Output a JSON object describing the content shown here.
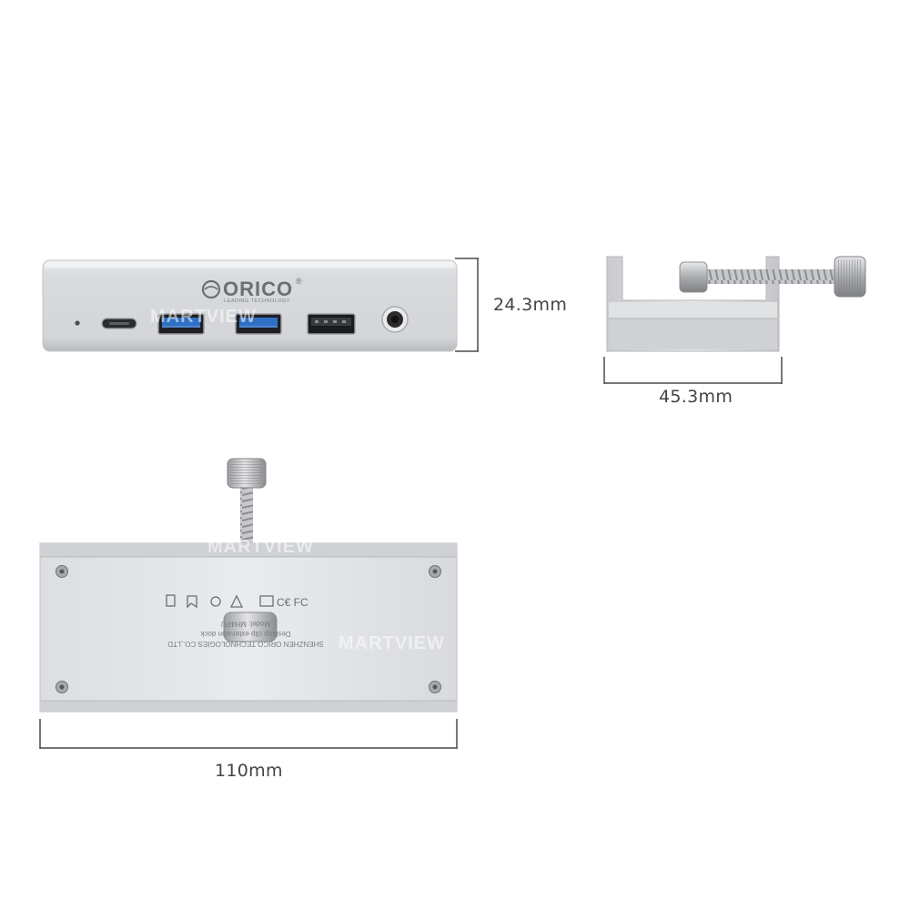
{
  "dimensions": {
    "height": "24.3mm",
    "depth": "45.3mm",
    "length": "110mm"
  },
  "brand": {
    "name": "ORICO",
    "registered": "®",
    "tagline": "LEADING TECHNOLOGY"
  },
  "watermark": "MARTVIEW",
  "colors": {
    "aluminum": "#d6d8db",
    "usb3_blue": "#2f6fc4",
    "dimension_line": "#4a4a4a"
  },
  "ports": [
    {
      "type": "indicator-led"
    },
    {
      "type": "usb-c"
    },
    {
      "type": "usb-a-3.0",
      "color": "blue"
    },
    {
      "type": "usb-a-3.0",
      "color": "blue"
    },
    {
      "type": "usb-a-2.0",
      "color": "black"
    },
    {
      "type": "audio-jack"
    }
  ],
  "bottom_label": {
    "company": "SHENZHEN ORICO TECHNOLOGIES CO.,LTD",
    "product": "Desktop clip extension dock",
    "model": "Model: MH4PU"
  }
}
